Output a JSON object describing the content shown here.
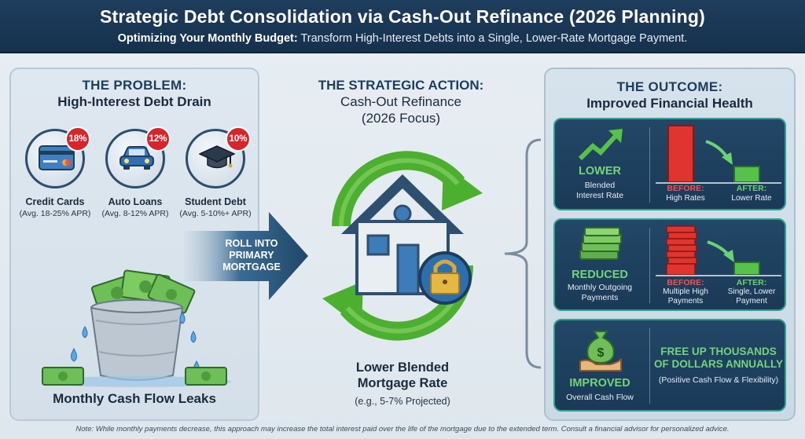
{
  "header": {
    "title": "Strategic Debt Consolidation via Cash-Out Refinance (2026 Planning)",
    "subtitle_bold": "Optimizing Your Monthly Budget:",
    "subtitle_rest": "Transform High-Interest Debts into a Single, Lower-Rate Mortgage Payment."
  },
  "problem": {
    "kicker": "THE PROBLEM:",
    "title": "High-Interest Debt Drain",
    "debts": [
      {
        "icon": "credit-card-icon",
        "rate": "18%",
        "name": "Credit Cards",
        "detail": "(Avg. 18-25% APR)"
      },
      {
        "icon": "car-icon",
        "rate": "12%",
        "name": "Auto Loans",
        "detail": "(Avg. 8-12% APR)"
      },
      {
        "icon": "graduation-cap-icon",
        "rate": "10%",
        "name": "Student Debt",
        "detail": "(Avg. 5-10%+ APR)"
      }
    ],
    "leak_label": "Monthly Cash Flow Leaks"
  },
  "action": {
    "kicker": "THE STRATEGIC ACTION:",
    "title_line1": "Cash-Out Refinance",
    "title_line2": "(2026 Focus)",
    "roll_line1": "ROLL INTO",
    "roll_line2": "PRIMARY",
    "roll_line3": "MORTGAGE",
    "rate_line1": "Lower Blended",
    "rate_line2": "Mortgage Rate",
    "rate_note": "(e.g., 5-7% Projected)"
  },
  "outcome": {
    "kicker": "THE OUTCOME:",
    "title": "Improved Financial Health",
    "cards": [
      {
        "word": "LOWER",
        "desc_line1": "Blended",
        "desc_line2": "Interest Rate",
        "before_label": "BEFORE:",
        "before_desc_line1": "High Rates",
        "before_desc_line2": "",
        "after_label": "AFTER:",
        "after_desc_line1": "Lower Rate",
        "after_desc_line2": ""
      },
      {
        "word": "REDUCED",
        "desc_line1": "Monthly Outgoing",
        "desc_line2": "Payments",
        "before_label": "BEFORE:",
        "before_desc_line1": "Multiple High",
        "before_desc_line2": "Payments",
        "after_label": "AFTER:",
        "after_desc_line1": "Single, Lower",
        "after_desc_line2": "Payment"
      },
      {
        "word": "IMPROVED",
        "desc_line1": "Overall Cash Flow",
        "big_line1": "FREE UP THOUSANDS",
        "big_line2": "OF DOLLARS ANNUALLY",
        "big_sub": "(Positive Cash Flow & Flexibility)"
      }
    ]
  },
  "note": "Note: While monthly payments decrease, this approach may increase the total interest paid over the life of the mortgage due to the extended term. Consult a financial advisor for personalized advice.",
  "colors": {
    "navy": "#1f3d5c",
    "alert_red": "#d8242b",
    "money_green": "#6bd371",
    "refresh_green": "#4caf2f",
    "arrow_blue": "#2e5a80"
  }
}
